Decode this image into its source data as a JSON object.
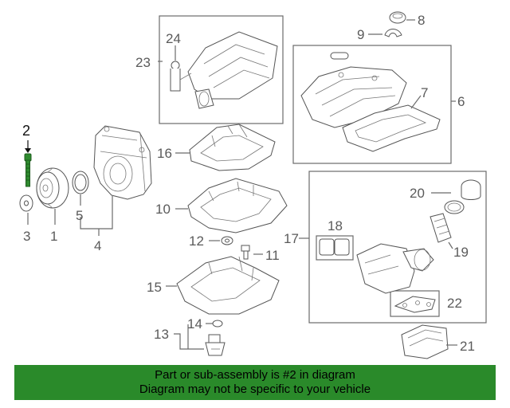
{
  "colors": {
    "banner_bg": "#2a8a2a",
    "highlight": "#2f8a2f",
    "line": "#6b6b6b"
  },
  "highlighted_part": "2",
  "callouts": {
    "c1": "1",
    "c2": "2",
    "c3": "3",
    "c4": "4",
    "c5": "5",
    "c6": "6",
    "c7": "7",
    "c8": "8",
    "c9": "9",
    "c10": "10",
    "c11": "11",
    "c12": "12",
    "c13": "13",
    "c14": "14",
    "c15": "15",
    "c16": "16",
    "c17": "17",
    "c18": "18",
    "c19": "19",
    "c20": "20",
    "c21": "21",
    "c22": "22",
    "c23": "23",
    "c24": "24"
  },
  "banner": {
    "line1": "Part or sub-assembly is #2 in diagram",
    "line2": "Diagram may not be specific to your vehicle"
  }
}
